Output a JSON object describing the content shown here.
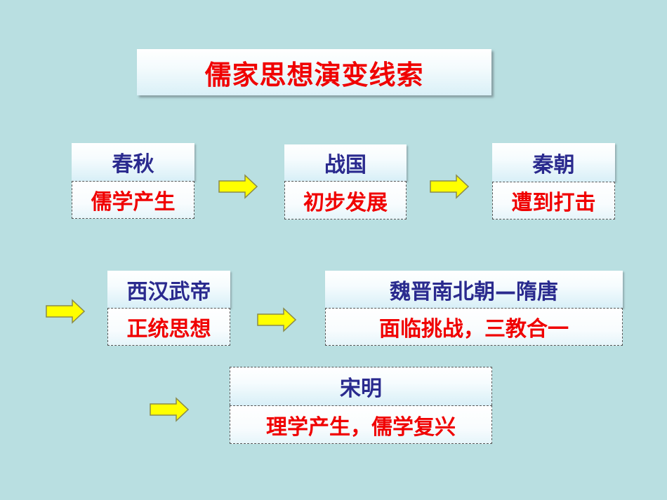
{
  "title": "儒家思想演变线索",
  "colors": {
    "background": "#b9dfe1",
    "era_text": "#2a2a8e",
    "stage_text": "#f00000",
    "arrow_fill": "#ffff00"
  },
  "nodes": [
    {
      "era": "春秋",
      "stage": "儒学产生"
    },
    {
      "era": "战国",
      "stage": "初步发展"
    },
    {
      "era": "秦朝",
      "stage": "遭到打击"
    },
    {
      "era": "西汉武帝",
      "stage": "正统思想"
    },
    {
      "era": "魏晋南北朝—隋唐",
      "stage": "面临挑战，三教合一"
    },
    {
      "era": "宋明",
      "stage": "理学产生，儒学复兴"
    }
  ],
  "arrow_icon": "right-arrow-icon"
}
